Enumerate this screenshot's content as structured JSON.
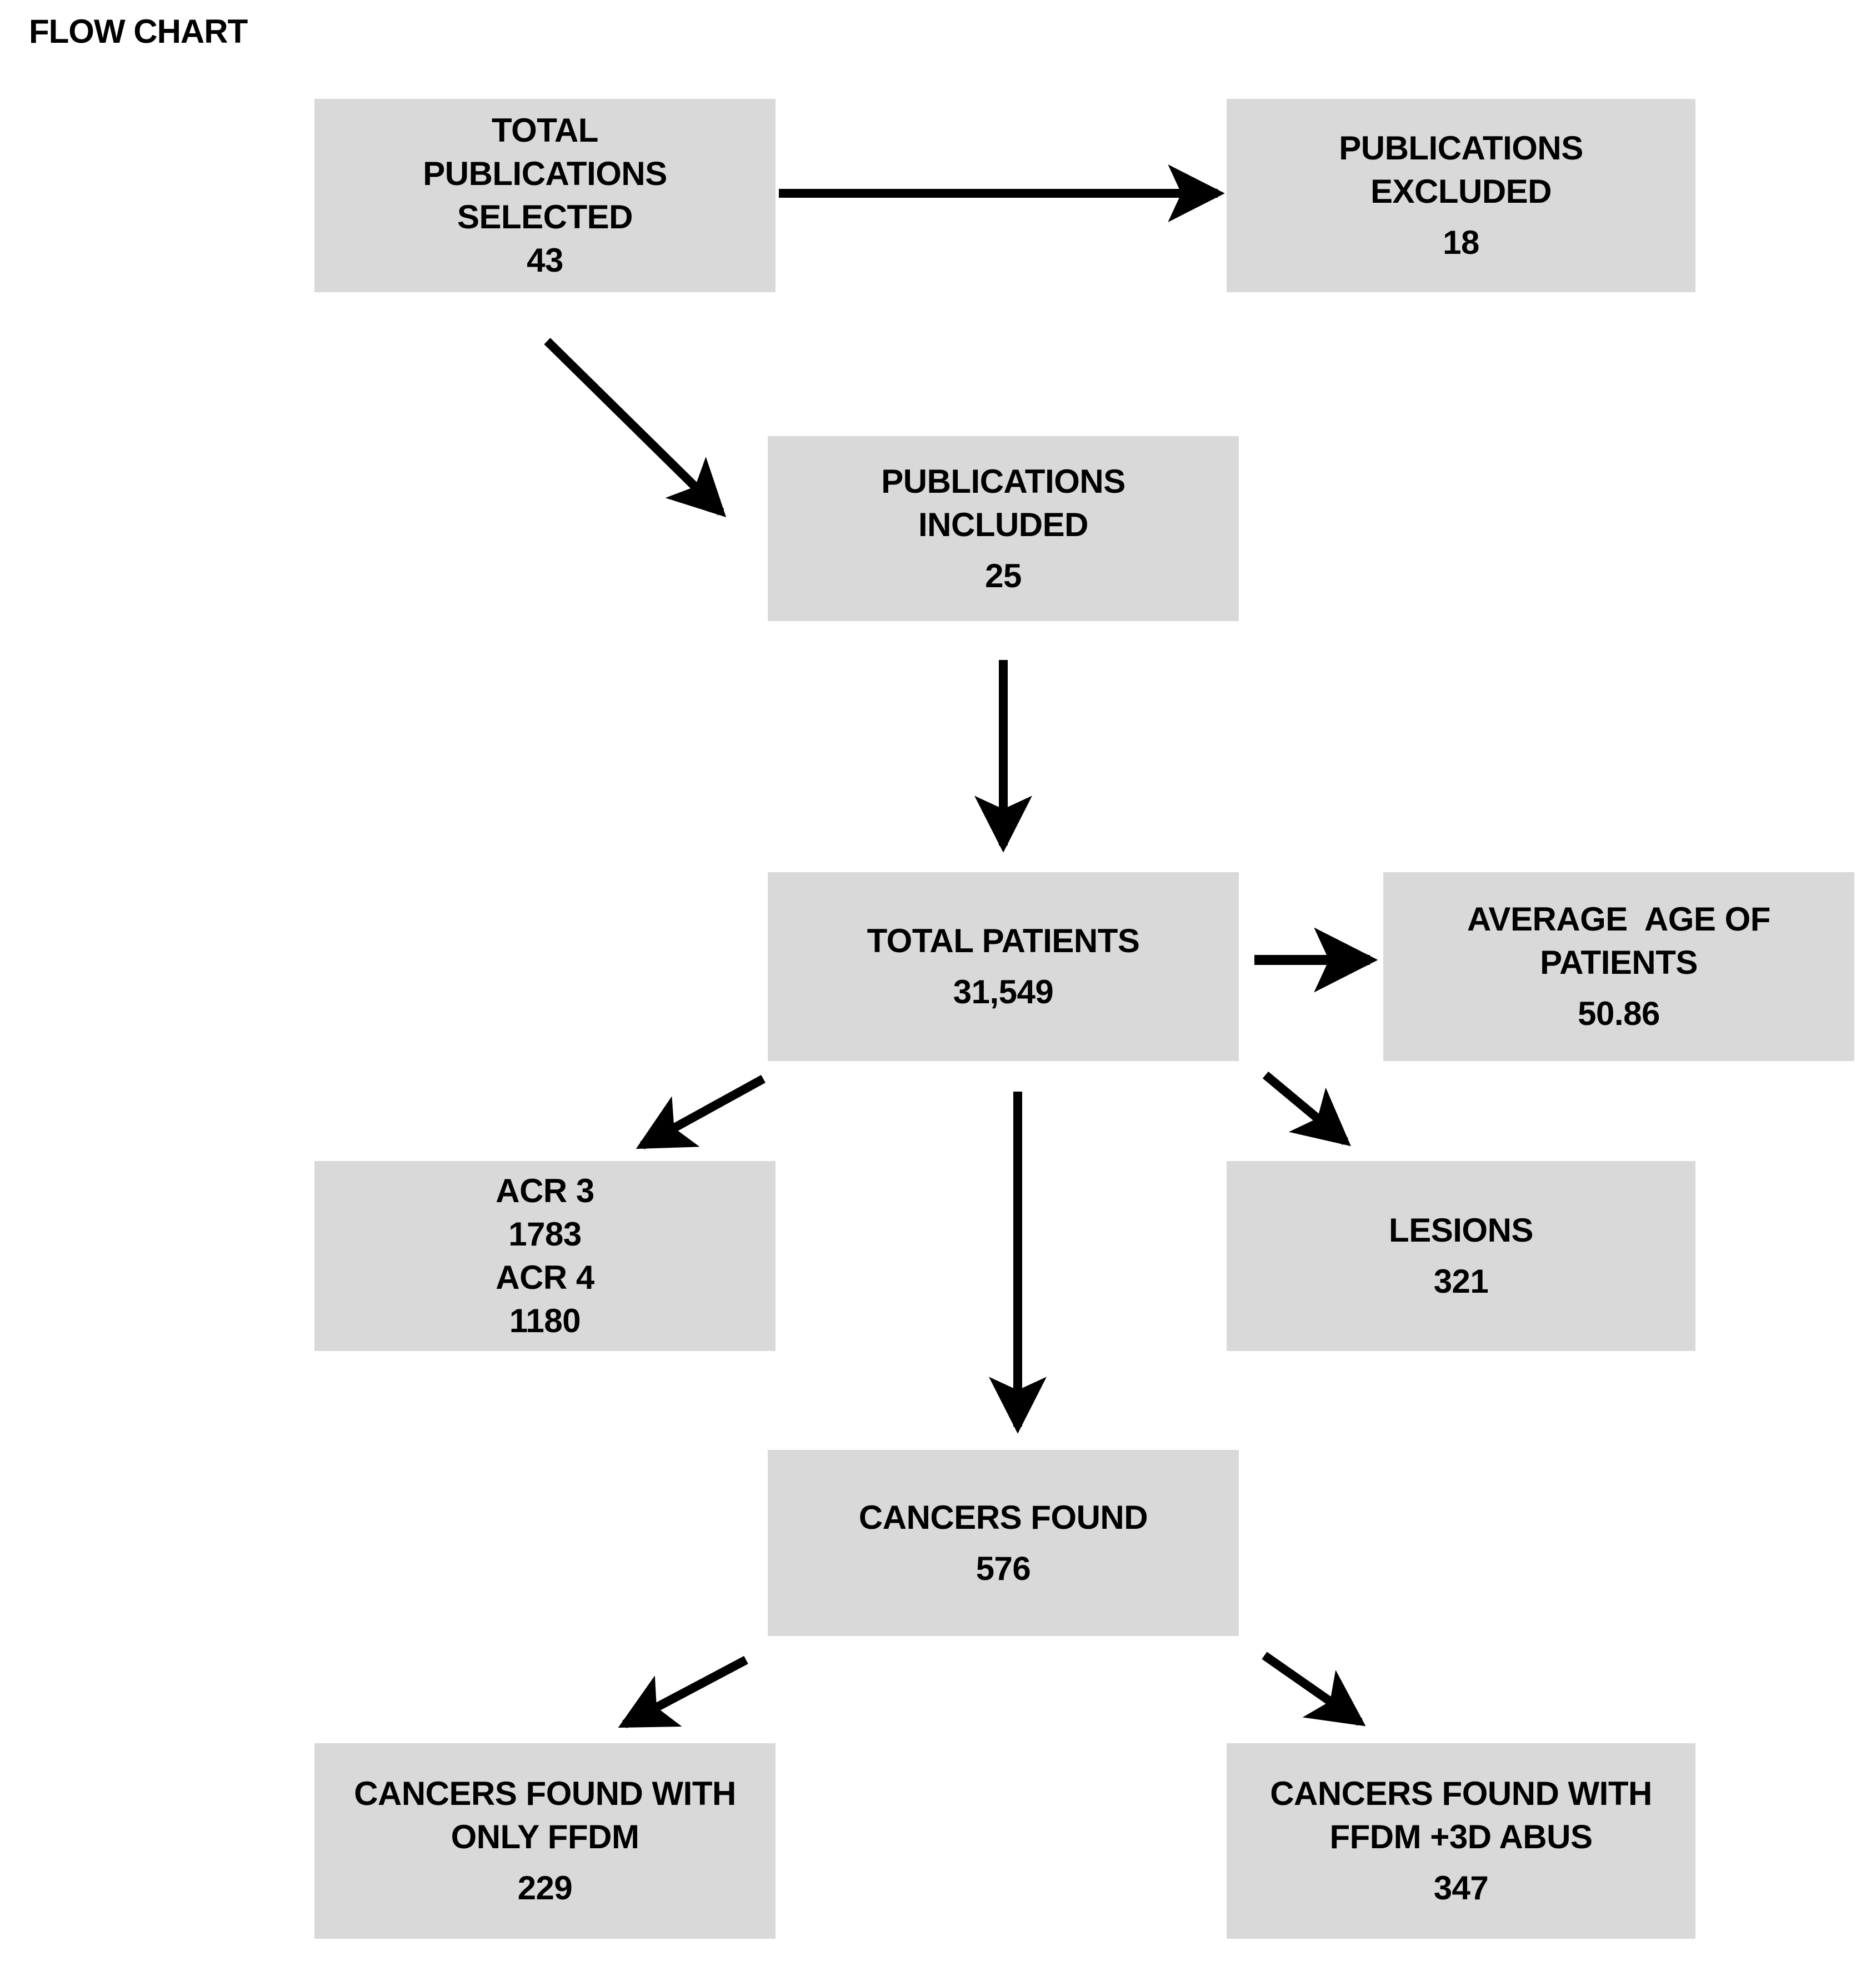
{
  "title": "FLOW CHART",
  "theme": {
    "box_fill": "#d9d9d9",
    "text_color": "#000000",
    "arrow_color": "#000000",
    "background": "#ffffff"
  },
  "nodes": {
    "total_publications_selected": {
      "line1": "TOTAL",
      "line2": "PUBLICATIONS",
      "line3": "SELECTED",
      "value": "43"
    },
    "publications_excluded": {
      "line1": "PUBLICATIONS",
      "line2": "EXCLUDED",
      "value": "18"
    },
    "publications_included": {
      "line1": "PUBLICATIONS",
      "line2": "INCLUDED",
      "value": "25"
    },
    "total_patients": {
      "line1": "TOTAL PATIENTS",
      "value": "31,549"
    },
    "average_age_of_patients": {
      "line1": "AVERAGE  AGE OF",
      "line2": "PATIENTS",
      "value": "50.86"
    },
    "acr_categories": {
      "acr3_label": "ACR 3",
      "acr3_value": "1783",
      "acr4_label": "ACR 4",
      "acr4_value": "1180"
    },
    "lesions": {
      "line1": "LESIONS",
      "value": "321"
    },
    "cancers_found": {
      "line1": "CANCERS FOUND",
      "value": "576"
    },
    "cancers_found_ffdm_only": {
      "line1": "CANCERS FOUND WITH",
      "line2": "ONLY FFDM",
      "value": "229"
    },
    "cancers_found_ffdm_abus": {
      "line1": "CANCERS FOUND WITH",
      "line2": "FFDM +3D ABUS",
      "value": "347"
    }
  },
  "edges": [
    {
      "from": "total_publications_selected",
      "to": "publications_excluded",
      "direction": "right"
    },
    {
      "from": "total_publications_selected",
      "to": "publications_included",
      "direction": "down-right"
    },
    {
      "from": "publications_included",
      "to": "total_patients",
      "direction": "down"
    },
    {
      "from": "total_patients",
      "to": "average_age_of_patients",
      "direction": "right"
    },
    {
      "from": "total_patients",
      "to": "acr_categories",
      "direction": "down-left"
    },
    {
      "from": "total_patients",
      "to": "lesions",
      "direction": "down-right"
    },
    {
      "from": "total_patients",
      "to": "cancers_found",
      "direction": "down"
    },
    {
      "from": "cancers_found",
      "to": "cancers_found_ffdm_only",
      "direction": "down-left"
    },
    {
      "from": "cancers_found",
      "to": "cancers_found_ffdm_abus",
      "direction": "down-right"
    }
  ]
}
